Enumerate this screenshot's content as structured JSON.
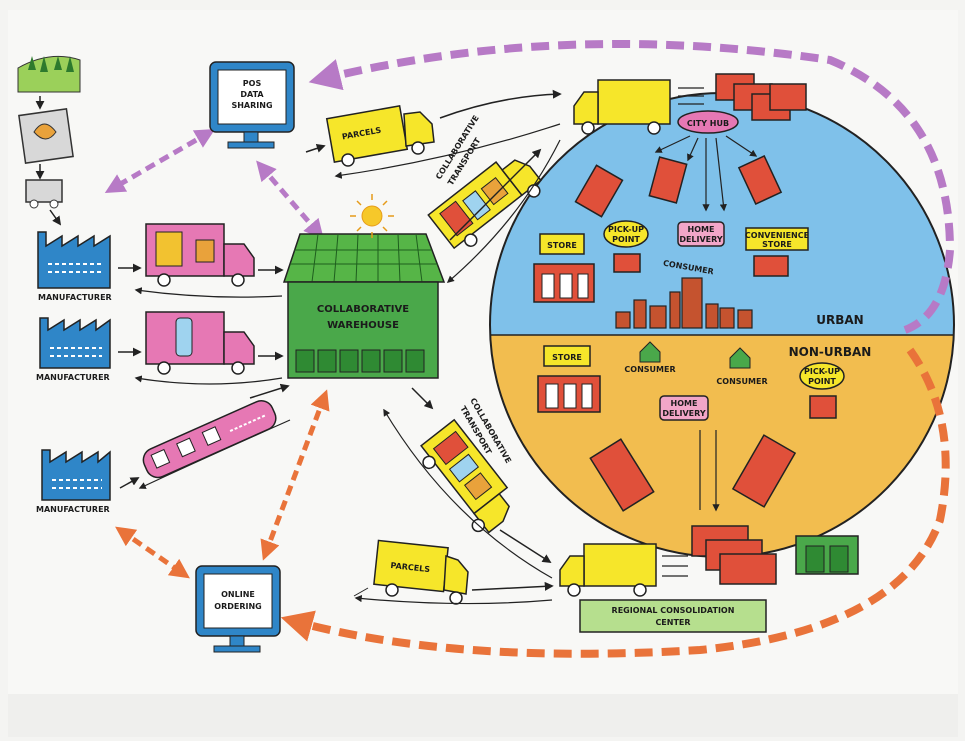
{
  "pos": {
    "line1": "POS",
    "line2": "DATA",
    "line3": "SHARING"
  },
  "online": {
    "line1": "ONLINE",
    "line2": "ORDERING"
  },
  "warehouse": {
    "line1": "COLLABORATIVE",
    "line2": "WAREHOUSE"
  },
  "manufacturer_label": "MANUFACTURER",
  "parcels_label": "PARCELS",
  "collab_transport": {
    "line1": "COLLABORATIVE",
    "line2": "TRANSPORT"
  },
  "city_hub": "CITY HUB",
  "store_label": "STORE",
  "pickup": {
    "line1": "PICK-UP",
    "line2": "POINT"
  },
  "home_delivery": {
    "line1": "HOME",
    "line2": "DELIVERY"
  },
  "convenience": {
    "line1": "CONVENIENCE",
    "line2": "STORE"
  },
  "consumer_label": "CONSUMER",
  "urban_label": "URBAN",
  "non_urban_label": "NON-URBAN",
  "regional": {
    "line1": "REGIONAL CONSOLIDATION",
    "line2": "CENTER"
  },
  "colors": {
    "purple_arrow": "#b77ac6",
    "orange_arrow": "#e9733a",
    "urban_sky": "#7fc1ea",
    "non_urban": "#f2bd4f",
    "warehouse_green": "#4aa84a",
    "factory_blue": "#2f86c8",
    "truck_yellow": "#f6e62a",
    "truck_pink": "#e678b4",
    "truck_red": "#e0503a"
  }
}
